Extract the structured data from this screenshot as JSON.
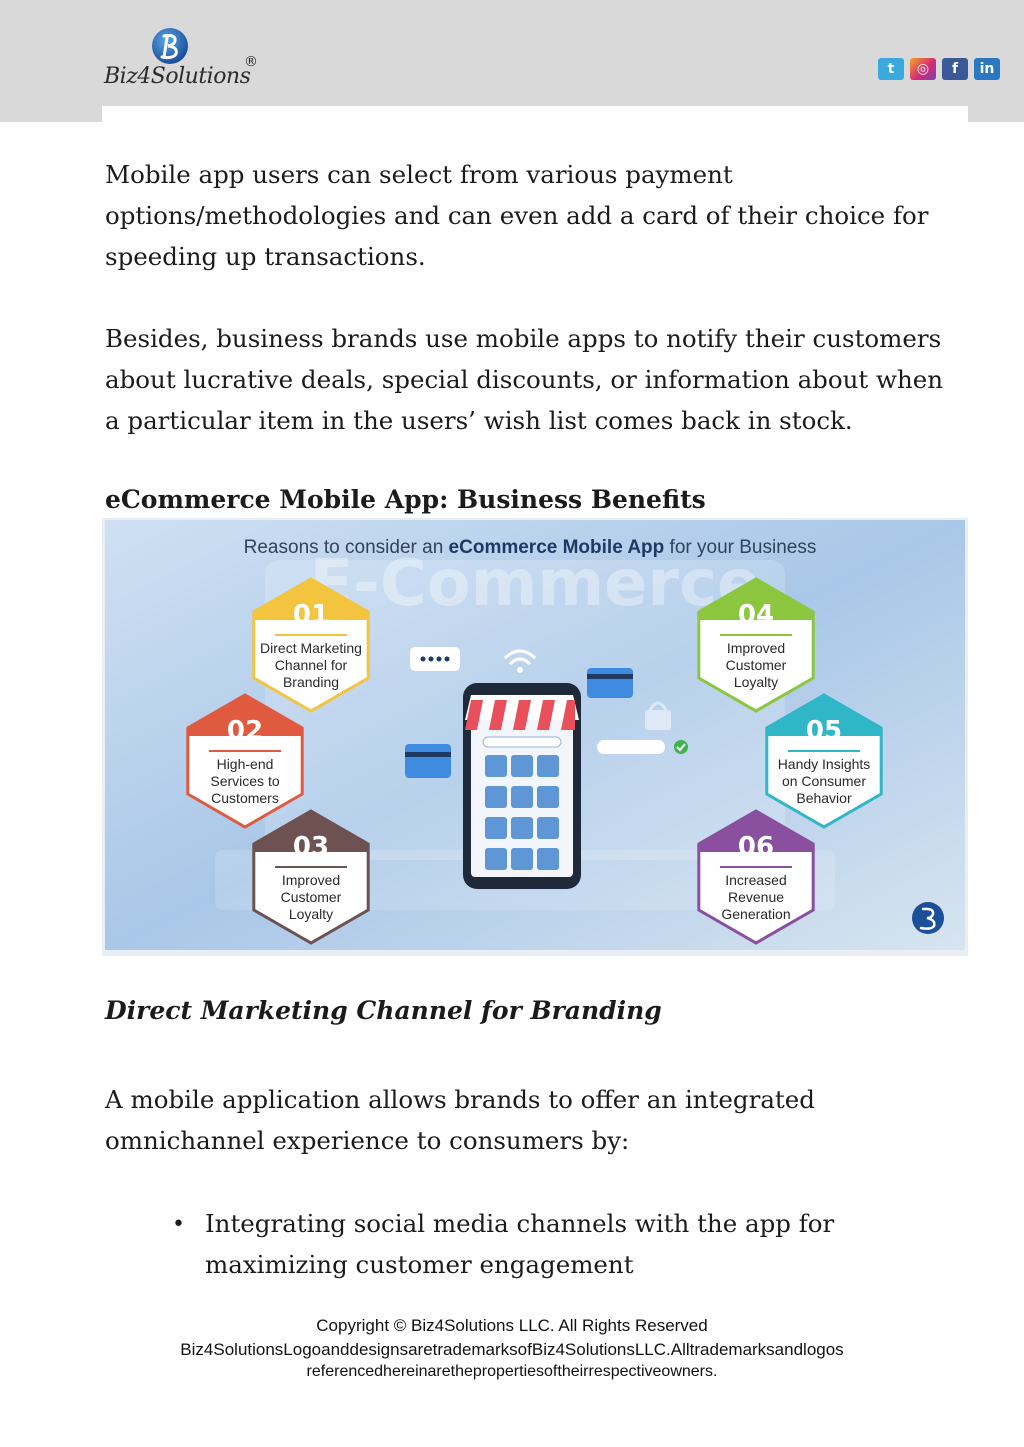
{
  "header": {
    "logo_text": "Biz4Solutions",
    "logo_reg": "®",
    "social": [
      {
        "name": "twitter-icon",
        "glyph": "t"
      },
      {
        "name": "instagram-icon",
        "glyph": "◎"
      },
      {
        "name": "facebook-icon",
        "glyph": "f"
      },
      {
        "name": "linkedin-icon",
        "glyph": "in"
      }
    ]
  },
  "content": {
    "p1": "Mobile app users can select from various payment options/methodologies and can even add a card of their choice for speeding up transactions.",
    "p2": "Besides, business brands use mobile apps to notify their customers about lucrative deals, special discounts, or information about when a particular item in the users’ wish list comes back in stock.",
    "section_heading": "eCommerce Mobile App: Business Benefits",
    "subheading": "Direct Marketing Channel for Branding",
    "p3": "A mobile application allows brands to offer an integrated omnichannel experience to consumers by:",
    "bullets": [
      "Integrating social media channels with the app for maximizing customer engagement"
    ]
  },
  "infographic": {
    "title_pre": "Reasons to consider an ",
    "title_bold": "eCommerce Mobile App",
    "title_post": " for your Business",
    "bg_word": "E-Commerce",
    "items": [
      {
        "num": "01",
        "lines": [
          "Direct Marketing",
          "Channel for",
          "Branding"
        ],
        "color": "#f3c43d"
      },
      {
        "num": "02",
        "lines": [
          "High-end",
          "Services to",
          "Customers"
        ],
        "color": "#e05a40"
      },
      {
        "num": "03",
        "lines": [
          "Improved",
          "Customer",
          "Loyalty"
        ],
        "color": "#6e5252"
      },
      {
        "num": "04",
        "lines": [
          "Improved",
          "Customer",
          "Loyalty"
        ],
        "color": "#8cc63f"
      },
      {
        "num": "05",
        "lines": [
          "Handy Insights",
          "on Consumer",
          "Behavior"
        ],
        "color": "#2fb6c7"
      },
      {
        "num": "06",
        "lines": [
          "Increased",
          "Revenue",
          "Generation"
        ],
        "color": "#8a4f9e"
      }
    ]
  },
  "footer": {
    "line1": "Copyright © Biz4Solutions LLC. All Rights Reserved",
    "line2": "Biz4SolutionsLogoanddesignsaretrademarksofBiz4SolutionsLLC.Alltrademarksandlogos",
    "line3": "referencedhereinarethepropertiesoftheirrespectiveowners."
  }
}
